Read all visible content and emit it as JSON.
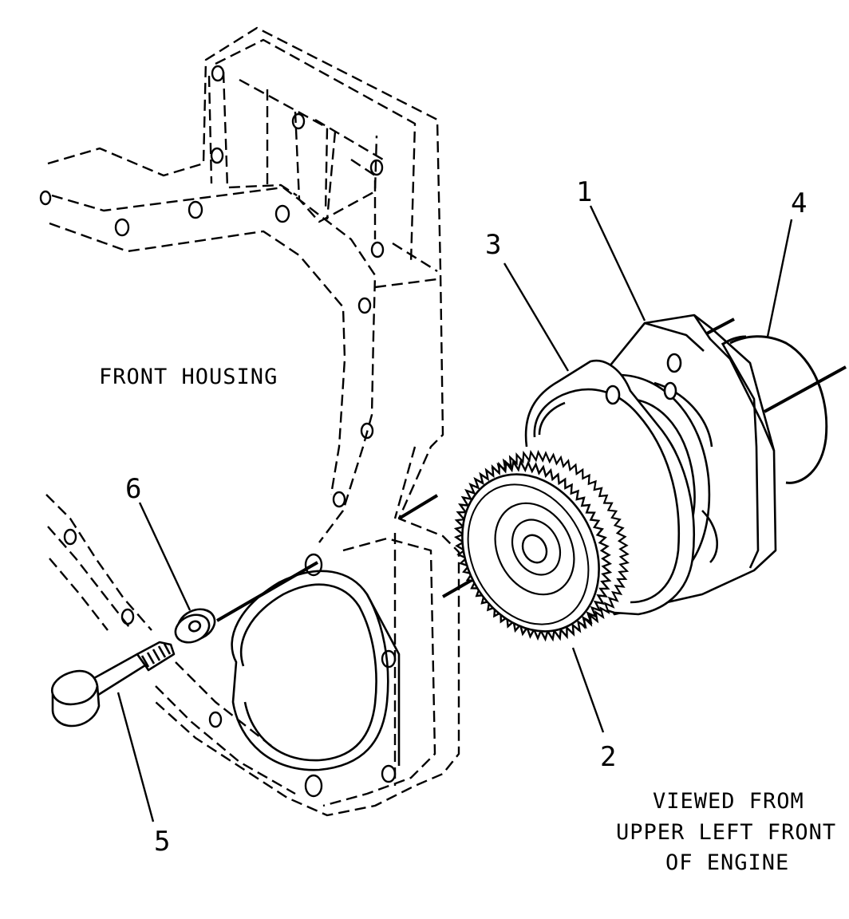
{
  "diagram": {
    "title_label": "FRONT HOUSING",
    "view_note": [
      "VIEWED FROM",
      "UPPER LEFT FRONT",
      "OF ENGINE"
    ],
    "callouts": [
      "1",
      "2",
      "3",
      "4",
      "5",
      "6"
    ],
    "line_color": "#000000",
    "background": "#ffffff"
  }
}
